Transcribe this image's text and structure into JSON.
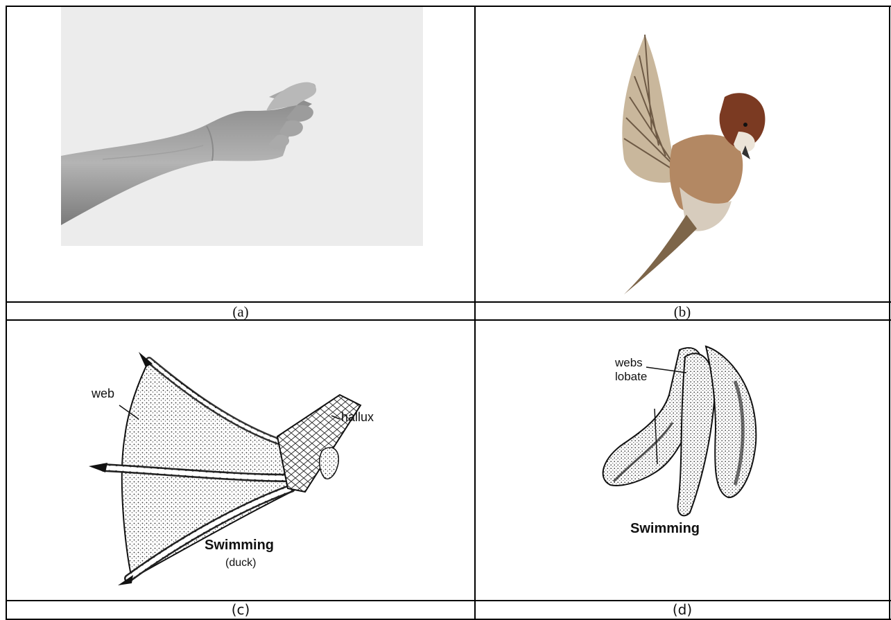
{
  "captions": {
    "a": "(a)",
    "b": "(b)",
    "c": "(c)",
    "d": "(d)"
  },
  "panel_c": {
    "web_label": "web",
    "hallux_label": "hallux",
    "title": "Swimming",
    "subtitle_open": "(",
    "subtitle_word": "duck",
    "subtitle_close": ")"
  },
  "panel_d": {
    "webs_label": "webs",
    "lobate_label": "lobate",
    "title": "Swimming"
  },
  "images": {
    "a": "human-arm-photo",
    "b": "sparrow-in-flight-photo",
    "c": "duck-webbed-foot-drawing",
    "d": "lobate-foot-drawing"
  }
}
